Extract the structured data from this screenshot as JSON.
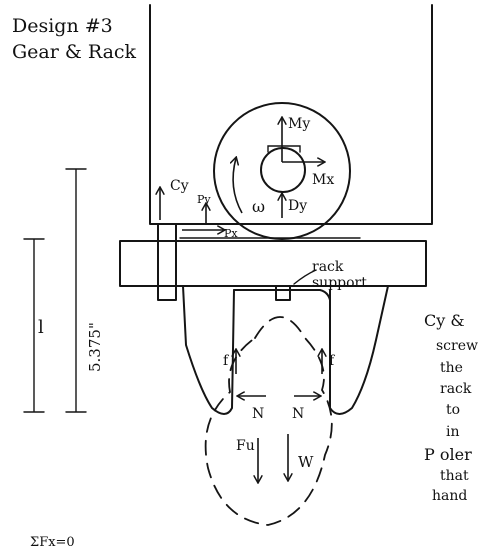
{
  "title": {
    "line1": "Design #3",
    "line2": "Gear & Rack"
  },
  "labels": {
    "my": "My",
    "mx": "Mx",
    "dy": "Dy",
    "omega": "ω",
    "cy": "Cy",
    "py": "Py",
    "px": "Px",
    "rack_support_1": "rack",
    "rack_support_2": "support",
    "l": "l",
    "dimension": "5.375\"",
    "f_left": "f",
    "f_right": "f",
    "n_left": "N",
    "n_right": "N",
    "fu": "Fu",
    "w": "W",
    "sum_fx": "ΣFx=0"
  },
  "side_note": [
    "Cy &",
    "screw",
    "the",
    "rack",
    "to",
    "in",
    "P  oler",
    "that",
    "hand"
  ]
}
